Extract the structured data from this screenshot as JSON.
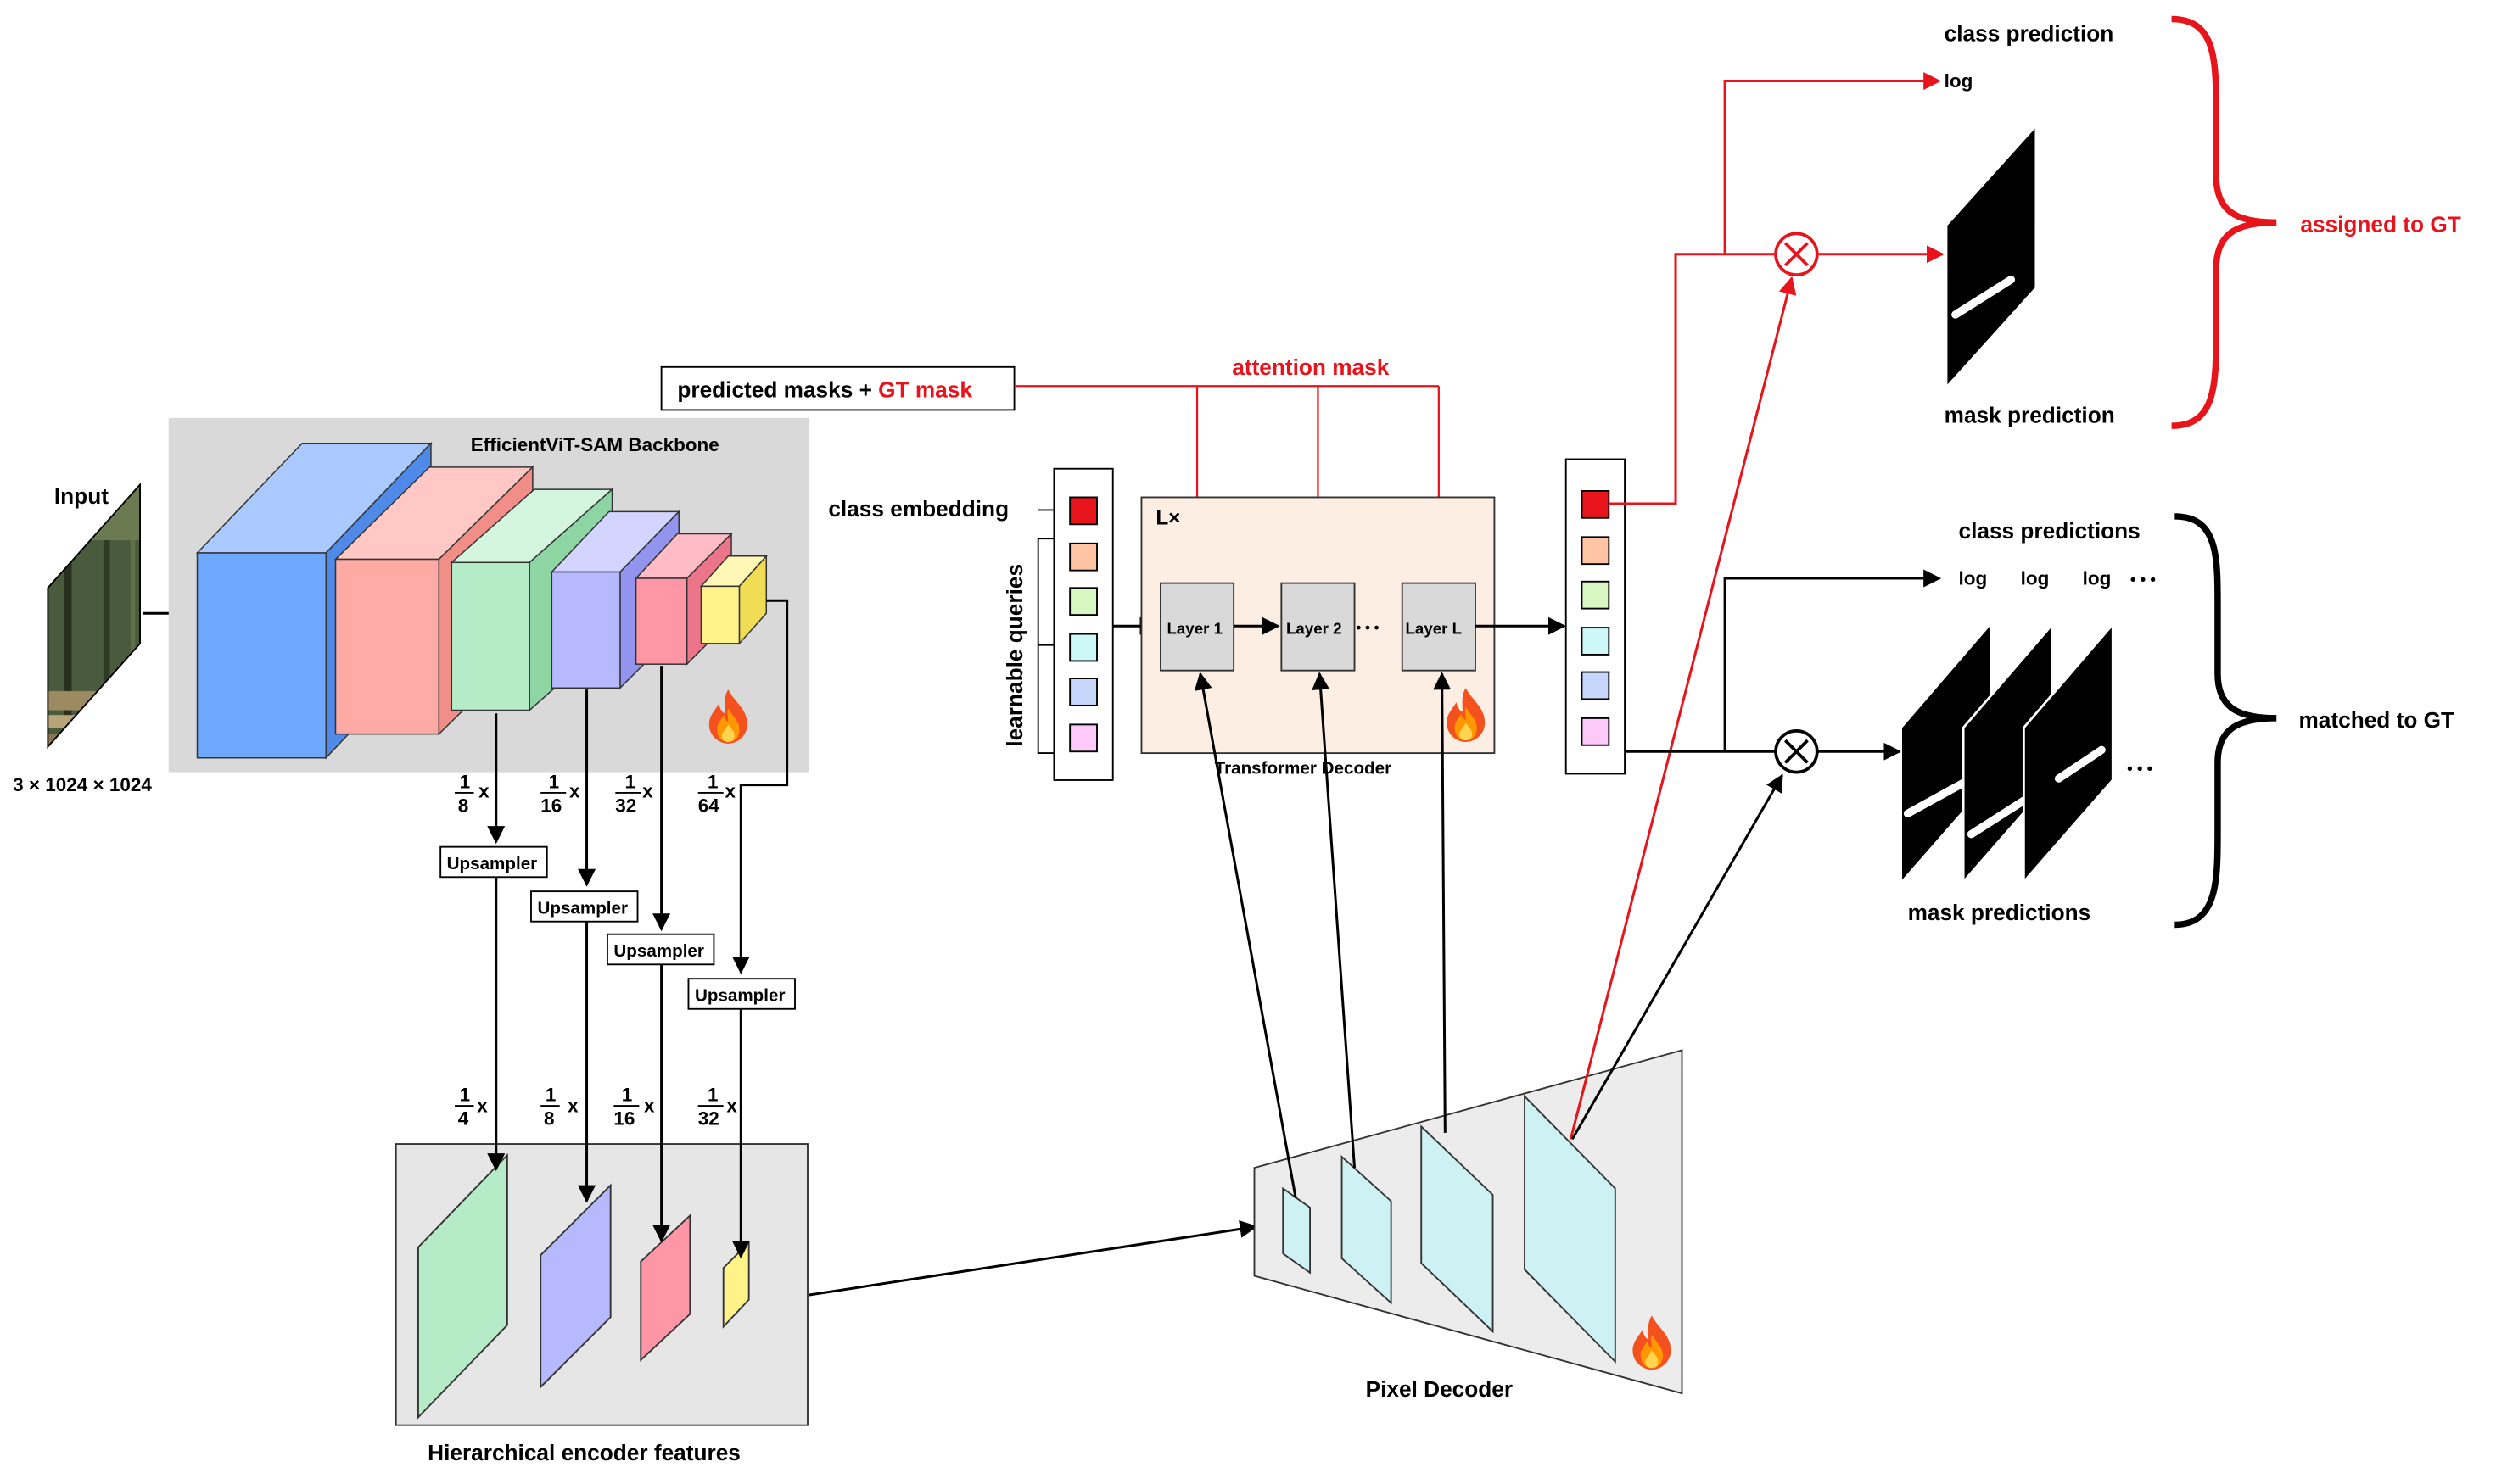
{
  "input": {
    "title": "Input",
    "dims": "3 × 1024 × 1024"
  },
  "backbone": {
    "title": "EfficientViT-SAM Backbone"
  },
  "scales_top": [
    {
      "num": "1",
      "den": "8",
      "x": "x"
    },
    {
      "num": "1",
      "den": "16",
      "x": "x"
    },
    {
      "num": "1",
      "den": "32",
      "x": "x"
    },
    {
      "num": "1",
      "den": "64",
      "x": "x"
    }
  ],
  "upsampler_label": "Upsampler",
  "scales_bottom": [
    {
      "num": "1",
      "den": "4",
      "x": "x"
    },
    {
      "num": "1",
      "den": "8",
      "x": "x"
    },
    {
      "num": "1",
      "den": "16",
      "x": "x"
    },
    {
      "num": "1",
      "den": "32",
      "x": "x"
    }
  ],
  "encoder_features": {
    "title": "Hierarchical encoder features"
  },
  "pixel_decoder": {
    "title": "Pixel Decoder"
  },
  "predicted_masks": {
    "text": "predicted masks + ",
    "gt": "GT mask"
  },
  "attention_mask": "attention mask",
  "class_embedding": "class embedding",
  "learnable_queries": "learnable queries",
  "transformer": {
    "repeat": "L×",
    "title": "Transformer Decoder",
    "layers": [
      "Layer 1",
      "Layer 2",
      "Layer L"
    ],
    "dots": "• • •"
  },
  "outputs": {
    "class_prediction": "class prediction",
    "log": "log",
    "mask_prediction": "mask prediction",
    "assigned": "assigned to GT",
    "class_predictions": "class predictions",
    "logs": [
      "log",
      "log",
      "log"
    ],
    "dots": "• • •",
    "mask_predictions": "mask predictions",
    "matched": "matched to GT"
  },
  "colors": {
    "red": "#e8141b",
    "blue": "#6fa8ff",
    "pink": "#ffaaa5",
    "green": "#b5ebc6",
    "lavender": "#b7b9ff",
    "rose": "#ff96a5",
    "yellow": "#fff289",
    "cyan": "#cef2f4",
    "gray_panel": "#d9d9d9",
    "light_panel": "#ececec",
    "transformer_bg": "#fdeee3"
  },
  "icons": [
    "fire-icon",
    "multiply-icon",
    "image-thumbnail"
  ]
}
